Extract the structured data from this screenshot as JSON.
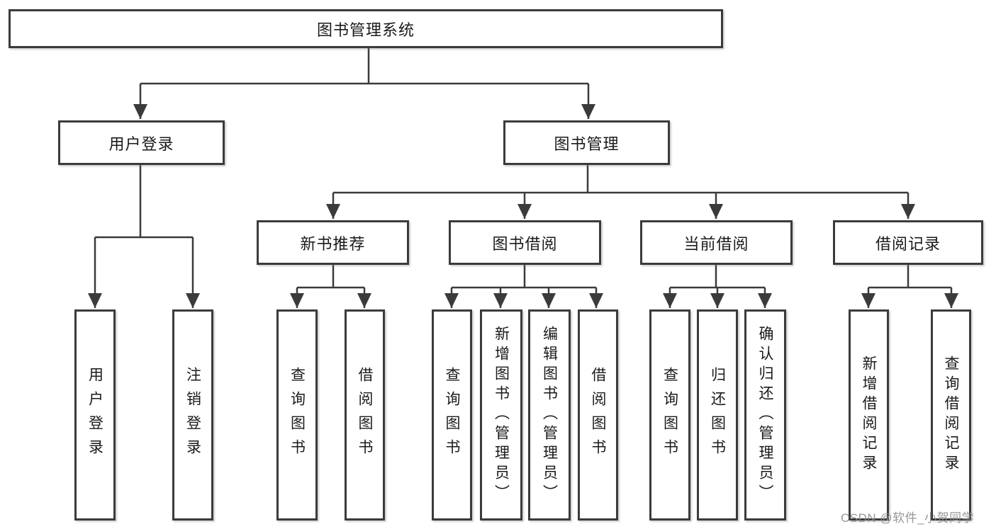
{
  "title": "图书管理系统",
  "watermark": "CSDN @软件_小贺同学",
  "colors": {
    "line": "#3b3b3b",
    "text": "#1a1a1a",
    "background": "#ffffff",
    "watermark": "#8c8c8c"
  },
  "nodes": [
    {
      "id": "root",
      "level": 1,
      "label": "图书管理系统"
    },
    {
      "id": "user-login",
      "level": 2,
      "label": "用户登录"
    },
    {
      "id": "book-management",
      "level": 2,
      "label": "图书管理"
    },
    {
      "id": "new-book-recommend",
      "level": 3,
      "label": "新书推荐",
      "parent": "book-management"
    },
    {
      "id": "book-borrowing",
      "level": 3,
      "label": "图书借阅",
      "parent": "book-management"
    },
    {
      "id": "current-borrowing",
      "level": 3,
      "label": "当前借阅",
      "parent": "book-management"
    },
    {
      "id": "borrowing-records",
      "level": 3,
      "label": "借阅记录",
      "parent": "book-management"
    },
    {
      "id": "leaf-user-login",
      "level": 4,
      "label": "用户登录",
      "parent": "user-login"
    },
    {
      "id": "leaf-logout",
      "level": 4,
      "label": "注销登录",
      "parent": "user-login"
    },
    {
      "id": "leaf-query-books-recommend",
      "level": 4,
      "label": "查询图书",
      "parent": "new-book-recommend"
    },
    {
      "id": "leaf-borrow-books-recommend",
      "level": 4,
      "label": "借阅图书",
      "parent": "new-book-recommend"
    },
    {
      "id": "leaf-query-books-borrowing",
      "level": 4,
      "label": "查询图书",
      "parent": "book-borrowing"
    },
    {
      "id": "leaf-add-books-admin",
      "level": 4,
      "label": "新增图书（管理员）",
      "parent": "book-borrowing"
    },
    {
      "id": "leaf-edit-books-admin",
      "level": 4,
      "label": "编辑图书（管理员）",
      "parent": "book-borrowing"
    },
    {
      "id": "leaf-borrow-books-borrowing",
      "level": 4,
      "label": "借阅图书",
      "parent": "book-borrowing"
    },
    {
      "id": "leaf-query-books-current",
      "level": 4,
      "label": "查询图书",
      "parent": "current-borrowing"
    },
    {
      "id": "leaf-return-books",
      "level": 4,
      "label": "归还图书",
      "parent": "current-borrowing"
    },
    {
      "id": "leaf-confirm-return-admin",
      "level": 4,
      "label": "确认归还（管理员）",
      "parent": "current-borrowing"
    },
    {
      "id": "leaf-add-borrow-record",
      "level": 4,
      "label": "新增借阅记录",
      "parent": "borrowing-records"
    },
    {
      "id": "leaf-query-borrow-record",
      "level": 4,
      "label": "查询借阅记录",
      "parent": "borrowing-records"
    }
  ]
}
